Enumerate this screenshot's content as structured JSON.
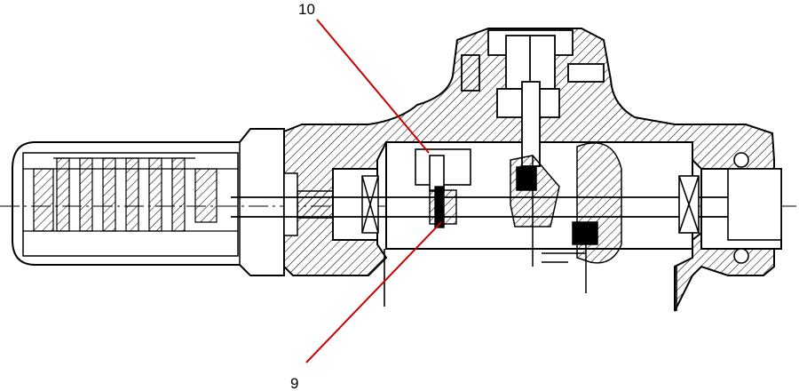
{
  "diagram": {
    "callouts": [
      {
        "id": "callout-10",
        "label": "10"
      },
      {
        "id": "callout-9",
        "label": "9"
      }
    ],
    "colors": {
      "line": "#000000",
      "leader": "#cc0000",
      "background": "#ffffff",
      "hatch": "#000000"
    }
  }
}
